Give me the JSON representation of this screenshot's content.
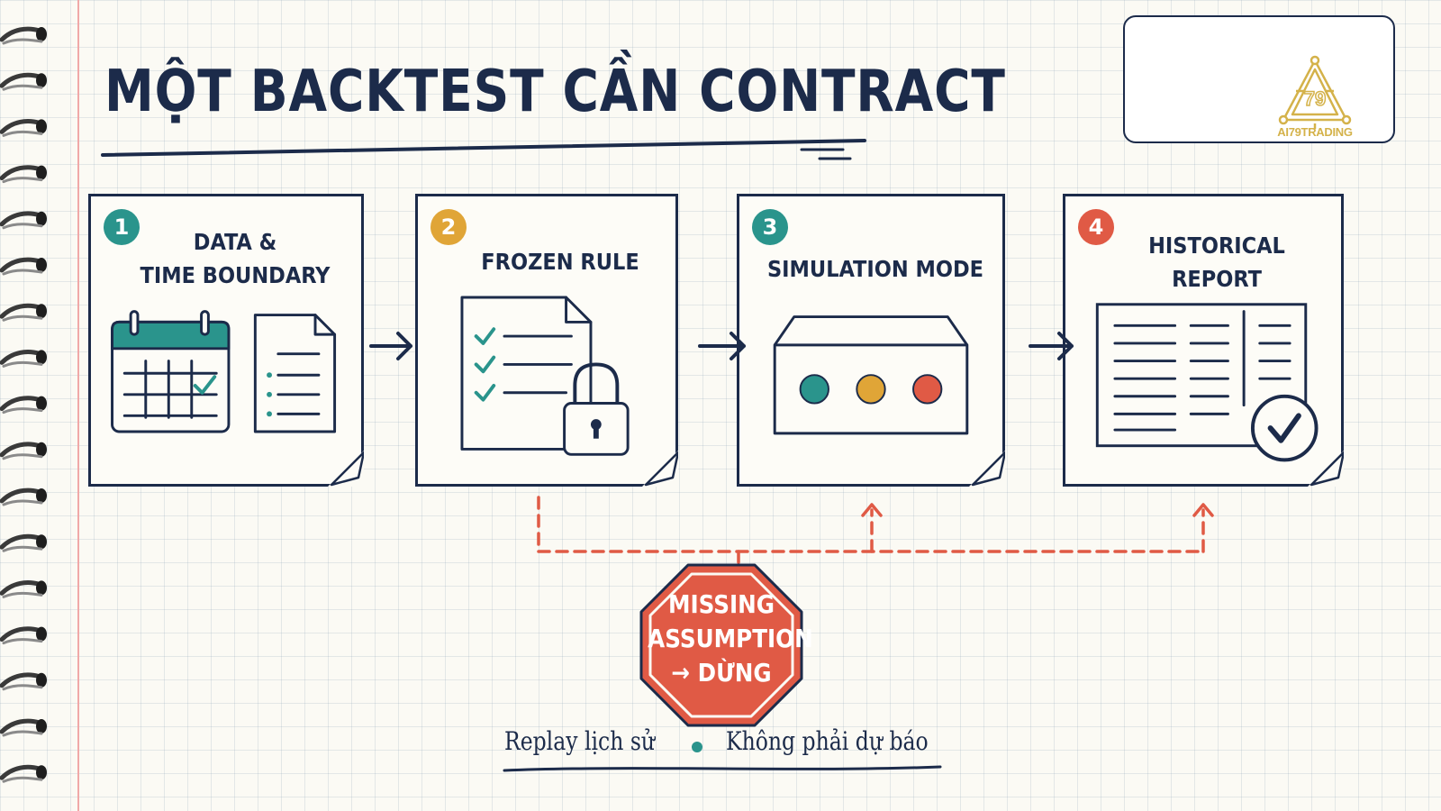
{
  "title": "MỘT BACKTEST CẦN CONTRACT",
  "logo": {
    "text": "AI79TRADING",
    "mark_text": "79"
  },
  "steps": [
    {
      "number": "1",
      "title": "DATA &\nTIME BOUNDARY",
      "color": "#2a948c",
      "icon": "calendar-and-document"
    },
    {
      "number": "2",
      "title": "FROZEN RULE",
      "color": "#e0a537",
      "icon": "checklist-lock"
    },
    {
      "number": "3",
      "title": "SIMULATION MODE",
      "color": "#2a948c",
      "icon": "box-three-dots"
    },
    {
      "number": "4",
      "title": "HISTORICAL\nREPORT",
      "color": "#e05a45",
      "icon": "report-checkmark"
    }
  ],
  "stop_sign": {
    "text": "MISSING\nASSUMPTION\n→ DỪNG",
    "color": "#e05a45"
  },
  "footer": {
    "left": "Replay lịch sử",
    "right": "Không phải dự báo",
    "dot_color": "#2a948c"
  },
  "colors": {
    "ink": "#1c2b4a",
    "teal": "#2a948c",
    "amber": "#e0a537",
    "red": "#e05a45",
    "gold": "#d4b24a"
  }
}
